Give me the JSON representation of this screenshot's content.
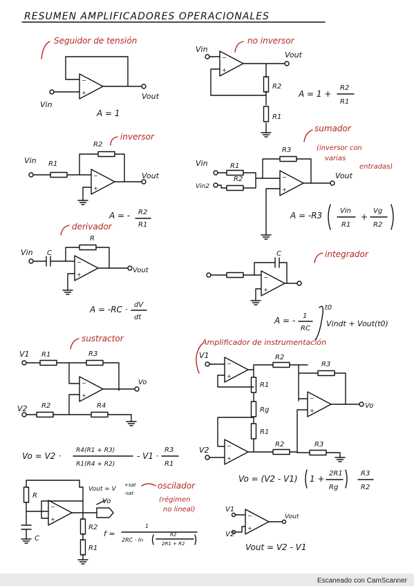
{
  "title": "RESUMEN AMPLIFICADORES OPERACIONALES",
  "footer": "Escaneado con CamScanner",
  "circuits": {
    "seguidor": {
      "name": "Seguidor de tensión",
      "vin": "Vin",
      "vout": "Vout",
      "formula": "A = 1"
    },
    "no_inversor": {
      "name": "no inversor",
      "vin": "Vin",
      "vout": "Vout",
      "r2": "R2",
      "r1": "R1",
      "formula_lhs": "A = 1 +",
      "formula_num": "R2",
      "formula_den": "R1"
    },
    "inversor": {
      "name": "inversor",
      "vin": "Vin",
      "r1": "R1",
      "r2": "R2",
      "vout": "Vout",
      "formula_lhs": "A = -",
      "formula_num": "R2",
      "formula_den": "R1"
    },
    "sumador": {
      "name": "sumador",
      "note_line1": "(inversor con",
      "note_line2": "varias",
      "note_line3": "entradas)",
      "vin": "Vin",
      "vin2": "Vin2",
      "r1": "R1",
      "r2": "R2",
      "r3": "R3",
      "vout": "Vout",
      "formula_lhs": "A = -R3",
      "t1_num": "Vin",
      "t1_den": "R1",
      "plus": "+",
      "t2_num": "Vg",
      "t2_den": "R2"
    },
    "derivador": {
      "name": "derivador",
      "vin": "Vin",
      "c": "C",
      "r": "R",
      "vout": "Vout",
      "formula_lhs": "A = -RC ·",
      "formula_num": "dV",
      "formula_den": "dt"
    },
    "integrador": {
      "name": "integrador",
      "c": "C",
      "formula_lhs": "A = -",
      "formula_num": "1",
      "formula_den": "RC",
      "upper": "t0",
      "integrand": "Vindt + Vout(t0)"
    },
    "sustractor": {
      "name": "sustractor",
      "v1": "V1",
      "r1": "R1",
      "r3": "R3",
      "vo": "Vo",
      "v2": "V2",
      "r2": "R2",
      "r4": "R4",
      "formula_lhs": "Vo = V2 ·",
      "f1_num": "R4(R1 + R3)",
      "f1_den": "R1(R4 + R2)",
      "f_mid": "- V1 ·",
      "f2_num": "R3",
      "f2_den": "R1"
    },
    "instrumentacion": {
      "name": "Amplificador de instrumentación",
      "v1": "V1",
      "v2": "V2",
      "r2_top": "R2",
      "r3_top": "R3",
      "r1_top": "R1",
      "rg": "Rg",
      "r1_bot": "R1",
      "r2_bot": "R2",
      "r3_bot": "R3",
      "vo": "Vo",
      "formula_lhs": "Vo = (V2 - V1)",
      "formula_mid": "1 +",
      "g_num": "2R1",
      "g_den": "Rg",
      "r_num": "R3",
      "r_den": "R2"
    },
    "oscilador": {
      "name": "oscilador",
      "note_line1": "(régimen",
      "note_line2": "no lineal)",
      "r": "R",
      "c": "C",
      "r2": "R2",
      "r1": "R1",
      "vo": "Vo",
      "vout_lhs": "Vout = V",
      "vout_sup": "+sat",
      "vout_sub": "-sat",
      "f_lhs": "f =",
      "f_num": "1",
      "f_den": "2RC · ln",
      "f_in_num": "R2",
      "f_in_den": "2R1 + R2"
    },
    "seguidor_dif": {
      "v1": "V1",
      "v2": "V2",
      "vout": "Vout",
      "formula": "Vout = V2 - V1"
    }
  }
}
